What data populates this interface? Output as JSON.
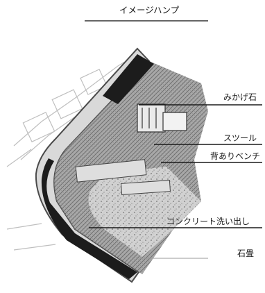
{
  "title": "イメージハンプ",
  "labels": {
    "polished_stone": "みかげ石",
    "stool": "スツール",
    "backrest_bench": "背ありベンチ",
    "exposed_aggregate": "コンクリート洗い出し",
    "paving": "石畳"
  },
  "colors": {
    "dark_band": "#1c1c1c",
    "stone_mid": "#8c8c8c",
    "stone_light": "#cfcfcf",
    "outline": "#3a3a3a"
  }
}
